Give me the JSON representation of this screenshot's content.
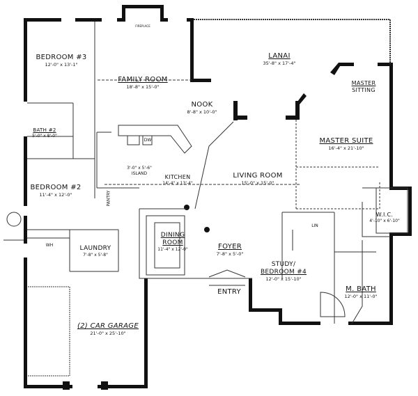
{
  "rooms": {
    "bedroom3": {
      "name": "BEDROOM #3",
      "dim": "12'-0\" x 13'-1\""
    },
    "family": {
      "name": "FAMILY ROOM",
      "dim": "18'-8\" x 15'-0\""
    },
    "lanai": {
      "name": "LANAI",
      "dim": "35'-8\" x 17'-4\""
    },
    "master_sitting": {
      "name1": "MASTER",
      "name2": "SITTING"
    },
    "nook": {
      "name": "NOOK",
      "dim": "8'-8\" x 10'-0\""
    },
    "master_suite": {
      "name": "MASTER SUITE",
      "dim": "16'-4\" x 21'-10\""
    },
    "bath2": {
      "name": "BATH #2",
      "dim": "5'-0\" x 8'-0\""
    },
    "kitchen": {
      "name": "KITCHEN",
      "dim": "14'-4\" x 13'-4\""
    },
    "island": {
      "name": "ISLAND",
      "dim": "3'-0\" x 5'-6\""
    },
    "living": {
      "name": "LIVING ROOM",
      "dim": "15'-0\" x 15'-0\""
    },
    "bedroom2": {
      "name": "BEDROOM #2",
      "dim": "11'-4\" x 12'-0\""
    },
    "laundry": {
      "name": "LAUNDRY",
      "dim": "7'-8\" x 5'-8\""
    },
    "dining": {
      "name1": "DINING",
      "name2": "ROOM",
      "dim": "11'-4\" x 12'-0\""
    },
    "foyer": {
      "name": "FOYER",
      "dim": "7'-8\" x 5'-0\""
    },
    "wic": {
      "name": "W.I.C.",
      "dim": "4'-10\" x 6'-10\""
    },
    "study": {
      "name1": "STUDY/",
      "name2": "BEDROOM #4",
      "dim": "12'-0\" x 15'-10\""
    },
    "mbath": {
      "name": "M. BATH",
      "dim": "12'-0\" x 11'-0\""
    },
    "entry": {
      "name": "ENTRY"
    },
    "garage": {
      "name": "(2) CAR GARAGE",
      "dim": "21'-0\" x 25'-10\""
    }
  },
  "fixtures": {
    "pantry": "PANTRY",
    "dw": "DW",
    "linen": "LIN",
    "wh": "WH",
    "fireplace": "FIREPLACE"
  }
}
